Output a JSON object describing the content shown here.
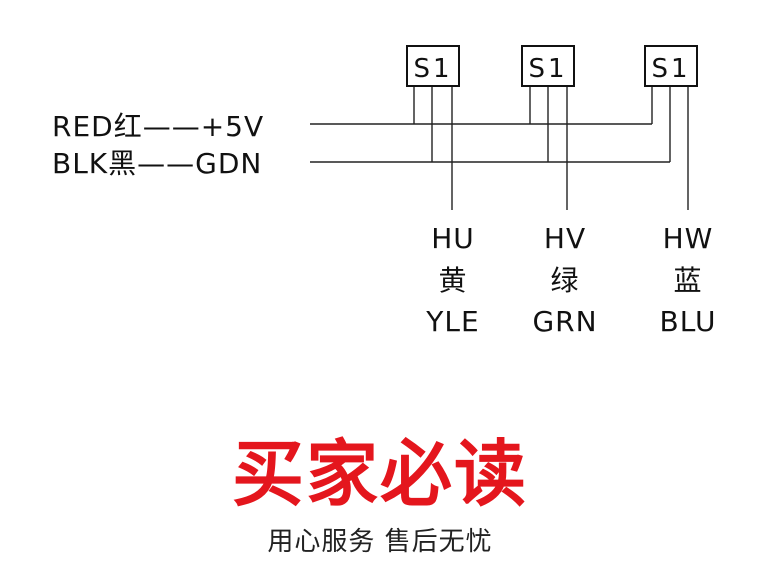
{
  "power_labels": {
    "red": "RED红——+5V",
    "black": "BLK黑——GDN"
  },
  "sensors": [
    {
      "label": "S1",
      "signal": "HU",
      "color_cn": "黄",
      "color_en": "YLE"
    },
    {
      "label": "S1",
      "signal": "HV",
      "color_cn": "绿",
      "color_en": "GRN"
    },
    {
      "label": "S1",
      "signal": "HW",
      "color_cn": "蓝",
      "color_en": "BLU"
    }
  ],
  "banner": {
    "title": "买家必读",
    "subtitle": "用心服务  售后无忧"
  },
  "colors": {
    "title": "#e4161d",
    "ink": "#111111"
  }
}
